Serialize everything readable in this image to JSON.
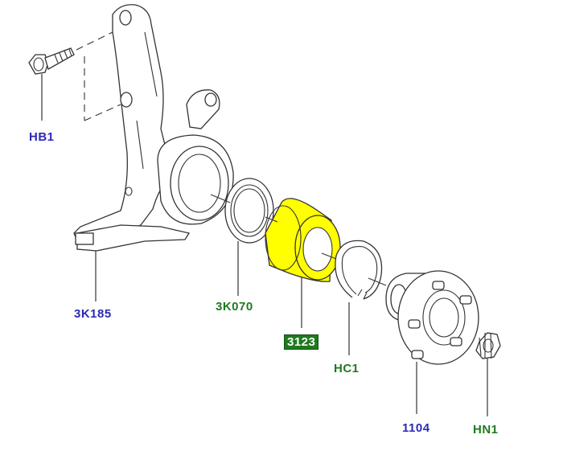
{
  "colors": {
    "highlight": "#ffff00",
    "label_blue": "#2b2bb5",
    "label_green": "#1f7a1f"
  },
  "parts": {
    "hb1": {
      "code": "HB1"
    },
    "knuckle": {
      "code": "3K185"
    },
    "seal": {
      "code": "3K070"
    },
    "bearing": {
      "code": "3123"
    },
    "circlip": {
      "code": "HC1"
    },
    "hub": {
      "code": "1104"
    },
    "nut": {
      "code": "HN1"
    }
  }
}
